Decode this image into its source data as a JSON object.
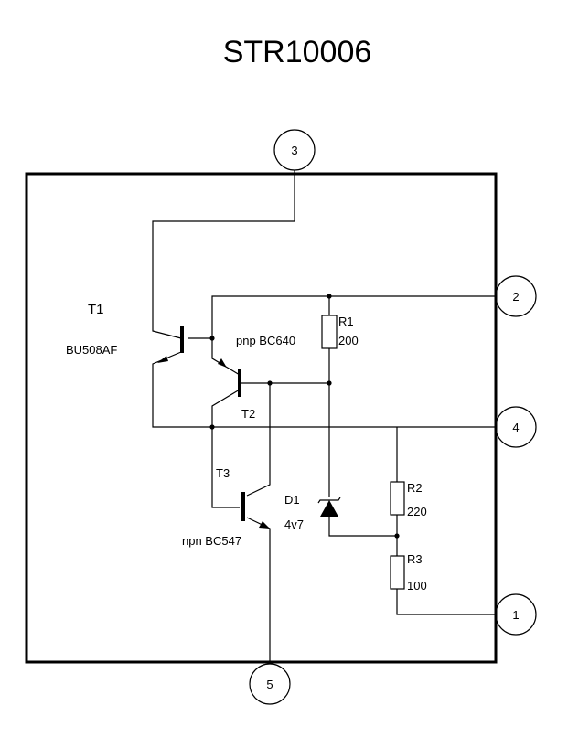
{
  "title": "STR10006",
  "pins": {
    "p1": "1",
    "p2": "2",
    "p3": "3",
    "p4": "4",
    "p5": "5"
  },
  "components": {
    "t1": {
      "ref": "T1",
      "part": "BU508AF"
    },
    "t2": {
      "ref": "T2",
      "part": "pnp BC640"
    },
    "t3": {
      "ref": "T3",
      "part": "npn BC547"
    },
    "r1": {
      "ref": "R1",
      "value": "200"
    },
    "r2": {
      "ref": "R2",
      "value": "220"
    },
    "r3": {
      "ref": "R3",
      "value": "100"
    },
    "d1": {
      "ref": "D1",
      "value": "4v7"
    }
  }
}
